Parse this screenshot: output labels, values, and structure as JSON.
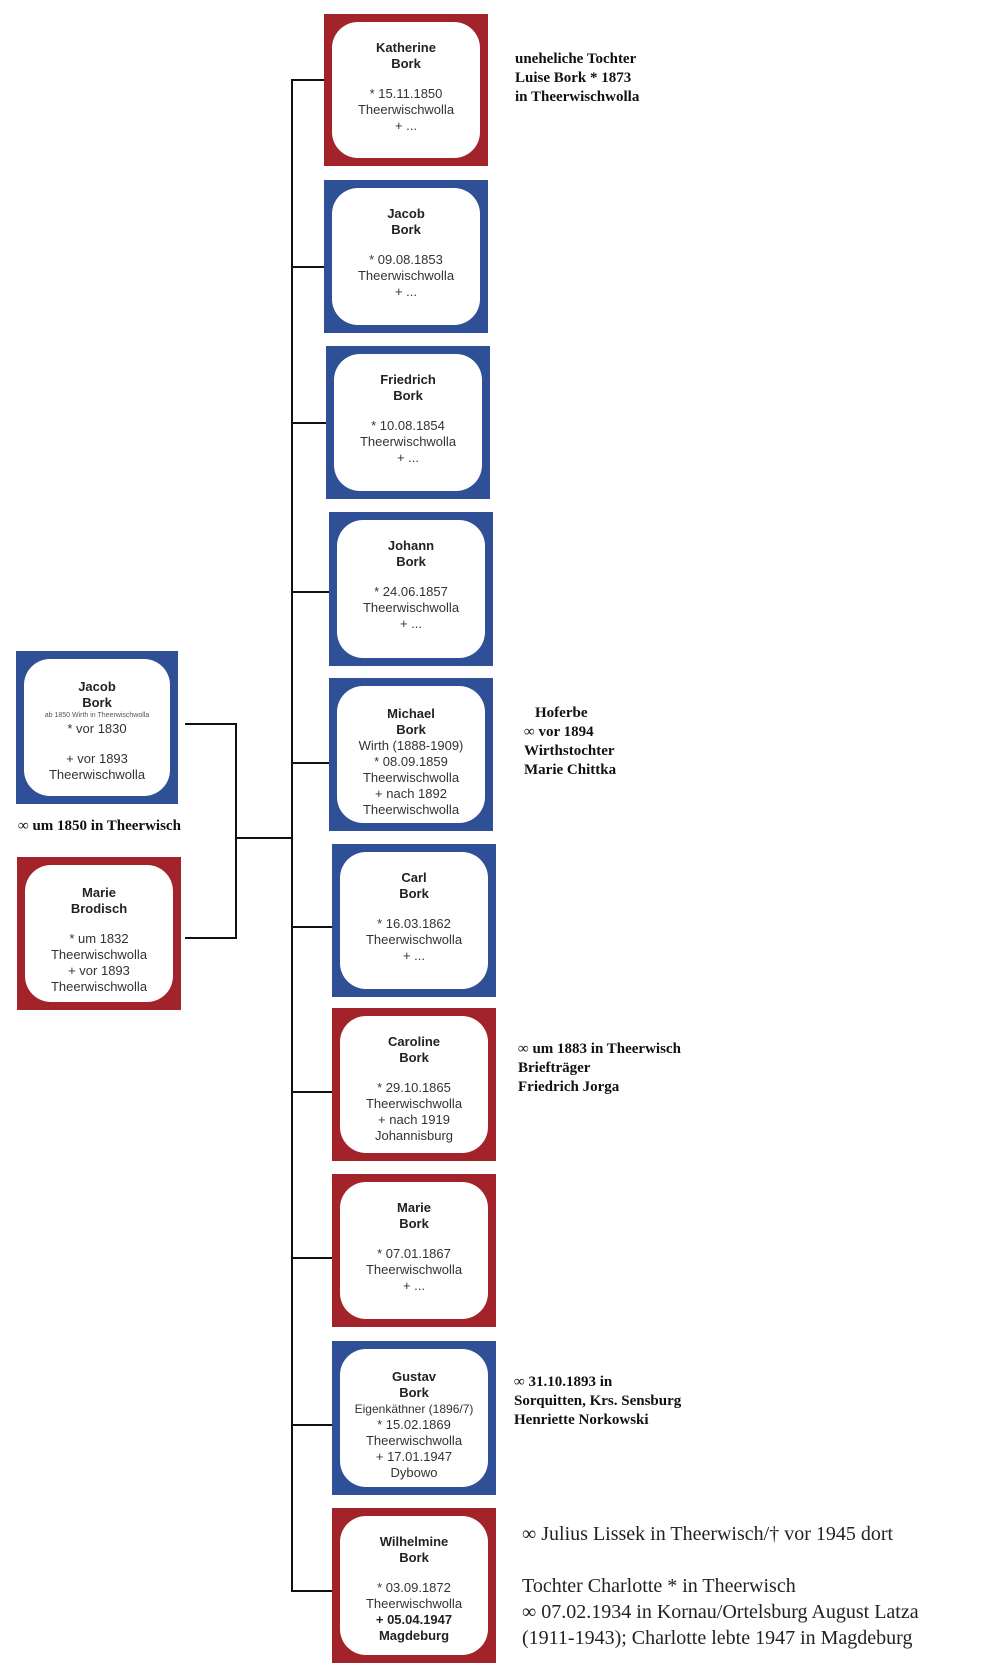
{
  "parents": {
    "father": {
      "name_first": "Jacob",
      "name_last": "Bork",
      "note": "ab 1850 Wirth in Theerwischwolla",
      "born": "* vor 1830",
      "died": "+ vor 1893",
      "died_place": "Theerwischwolla",
      "color": "#2f4f96"
    },
    "marriage": "∞ um 1850 in Theerwisch",
    "mother": {
      "name_first": "Marie",
      "name_last": "Brodisch",
      "born": "* um 1832",
      "born_place": "Theerwischwolla",
      "died": "+ vor 1893",
      "died_place": "Theerwischwolla",
      "color": "#a3232a"
    }
  },
  "children": [
    {
      "name_first": "Katherine",
      "name_last": "Bork",
      "born": "* 15.11.1850",
      "born_place": "Theerwischwolla",
      "died": "+ ...",
      "color": "#a3232a",
      "annotation": [
        "uneheliche Tochter",
        "Luise Bork * 1873",
        "in Theerwischwolla"
      ]
    },
    {
      "name_first": "Jacob",
      "name_last": "Bork",
      "born": "* 09.08.1853",
      "born_place": "Theerwischwolla",
      "died": "+ ...",
      "color": "#2f4f96"
    },
    {
      "name_first": "Friedrich",
      "name_last": "Bork",
      "born": "* 10.08.1854",
      "born_place": "Theerwischwolla",
      "died": "+ ...",
      "color": "#2f4f96"
    },
    {
      "name_first": "Johann",
      "name_last": "Bork",
      "born": "* 24.06.1857",
      "born_place": "Theerwischwolla",
      "died": "+ ...",
      "color": "#2f4f96"
    },
    {
      "name_first": "Michael",
      "name_last": "Bork",
      "occupation": "Wirth (1888-1909)",
      "born": "* 08.09.1859",
      "born_place": "Theerwischwolla",
      "died": "+ nach 1892",
      "died_place": "Theerwischwolla",
      "color": "#2f4f96",
      "annotation": [
        "Hoferbe",
        "∞ vor 1894",
        "Wirthstochter",
        "Marie Chittka"
      ]
    },
    {
      "name_first": "Carl",
      "name_last": "Bork",
      "born": "* 16.03.1862",
      "born_place": "Theerwischwolla",
      "died": "+ ...",
      "color": "#2f4f96"
    },
    {
      "name_first": "Caroline",
      "name_last": "Bork",
      "born": "* 29.10.1865",
      "born_place": "Theerwischwolla",
      "died": "+ nach 1919",
      "died_place": "Johannisburg",
      "color": "#a3232a",
      "annotation": [
        "∞ um 1883 in Theerwisch",
        "Briefträger",
        "Friedrich Jorga"
      ]
    },
    {
      "name_first": "Marie",
      "name_last": "Bork",
      "born": "* 07.01.1867",
      "born_place": "Theerwischwolla",
      "died": "+ ...",
      "color": "#a3232a"
    },
    {
      "name_first": "Gustav",
      "name_last": "Bork",
      "occupation": "Eigenkäthner (1896/7)",
      "born": "* 15.02.1869",
      "born_place": "Theerwischwolla",
      "died": "+ 17.01.1947",
      "died_place": "Dybowo",
      "color": "#2f4f96",
      "annotation": [
        "∞ 31.10.1893 in",
        "Sorquitten, Krs. Sensburg",
        "Henriette Norkowski"
      ]
    },
    {
      "name_first": "Wilhelmine",
      "name_last": "Bork",
      "born": "* 03.09.1872",
      "born_place": "Theerwischwolla",
      "died": "+ 05.04.1947",
      "died_place": "Magdeburg",
      "color": "#a3232a",
      "annotation_big": [
        "∞ Julius Lissek in Theerwisch/† vor 1945 dort",
        "",
        "Tochter Charlotte * in Theerwisch",
        "∞ 07.02.1934 in Kornau/Ortelsburg August Latza",
        "(1911-1943); Charlotte lebte 1947 in Magdeburg"
      ]
    }
  ]
}
